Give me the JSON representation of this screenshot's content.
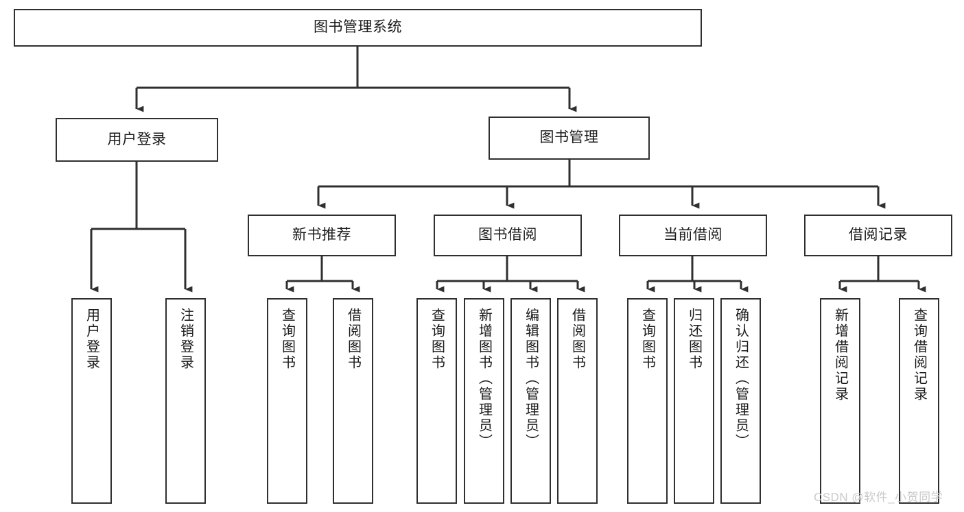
{
  "diagram": {
    "title": "图书管理系统",
    "type": "tree",
    "watermark": "CSDN @软件_小贺同学",
    "colors": {
      "box_border": "#2f2f2f",
      "box_fill": "#ffffff",
      "connector": "#2f2f2f",
      "text": "#1a1a1a",
      "watermark": "#c9c9c9",
      "background": "#ffffff"
    },
    "root": {
      "label": "图书管理系统"
    },
    "level2": [
      {
        "label": "用户登录"
      },
      {
        "label": "图书管理"
      }
    ],
    "level3": [
      {
        "label": "新书推荐"
      },
      {
        "label": "图书借阅"
      },
      {
        "label": "当前借阅"
      },
      {
        "label": "借阅记录"
      }
    ],
    "leaves": {
      "user_login": [
        {
          "label": "用户登录"
        },
        {
          "label": "注销登录"
        }
      ],
      "new_book_recommend": [
        {
          "label": "查询图书"
        },
        {
          "label": "借阅图书"
        }
      ],
      "book_borrow": [
        {
          "label": "查询图书"
        },
        {
          "label": "新增图书（管理员）"
        },
        {
          "label": "编辑图书（管理员）"
        },
        {
          "label": "借阅图书"
        }
      ],
      "current_borrow": [
        {
          "label": "查询图书"
        },
        {
          "label": "归还图书"
        },
        {
          "label": "确认归还（管理员）"
        }
      ],
      "borrow_record": [
        {
          "label": "新增借阅记录"
        },
        {
          "label": "查询借阅记录"
        }
      ]
    }
  }
}
